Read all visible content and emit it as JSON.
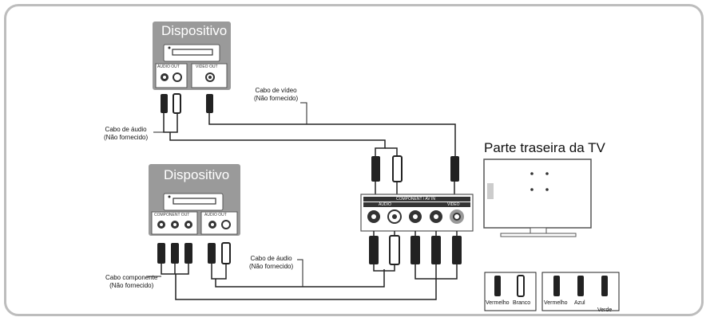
{
  "device_top": {
    "title": "Dispositivo",
    "audio_out": "AUDIO OUT",
    "video_out": "VIDEO OUT"
  },
  "device_bottom": {
    "title": "Dispositivo",
    "component_out": "COMPONENT OUT",
    "audio_out": "AUDIO OUT"
  },
  "labels": {
    "video_cable_1": "Cabo de vídeo",
    "video_cable_2": "(Não fornecido)",
    "audio_cable_top_1": "Cabo de áudio",
    "audio_cable_top_2": "(Não fornecido)",
    "audio_cable_mid_1": "Cabo de áudio",
    "audio_cable_mid_2": "(Não fornecido)",
    "component_cable_1": "Cabo componente",
    "component_cable_2": "(Não fornecido)"
  },
  "tv": {
    "label": "Parte traseira da TV",
    "panel_header": "COMPONENT / AV IN",
    "audio_label": "AUDIO",
    "video_label": "VIDEO"
  },
  "legend": {
    "group1": [
      "Vermelho",
      "Branco"
    ],
    "group2": [
      "Vermelho",
      "Azul",
      "Verde"
    ]
  },
  "colors": {
    "device_box": "#9a9a9a",
    "frame": "#bdbdbd",
    "cable": "#222222"
  }
}
